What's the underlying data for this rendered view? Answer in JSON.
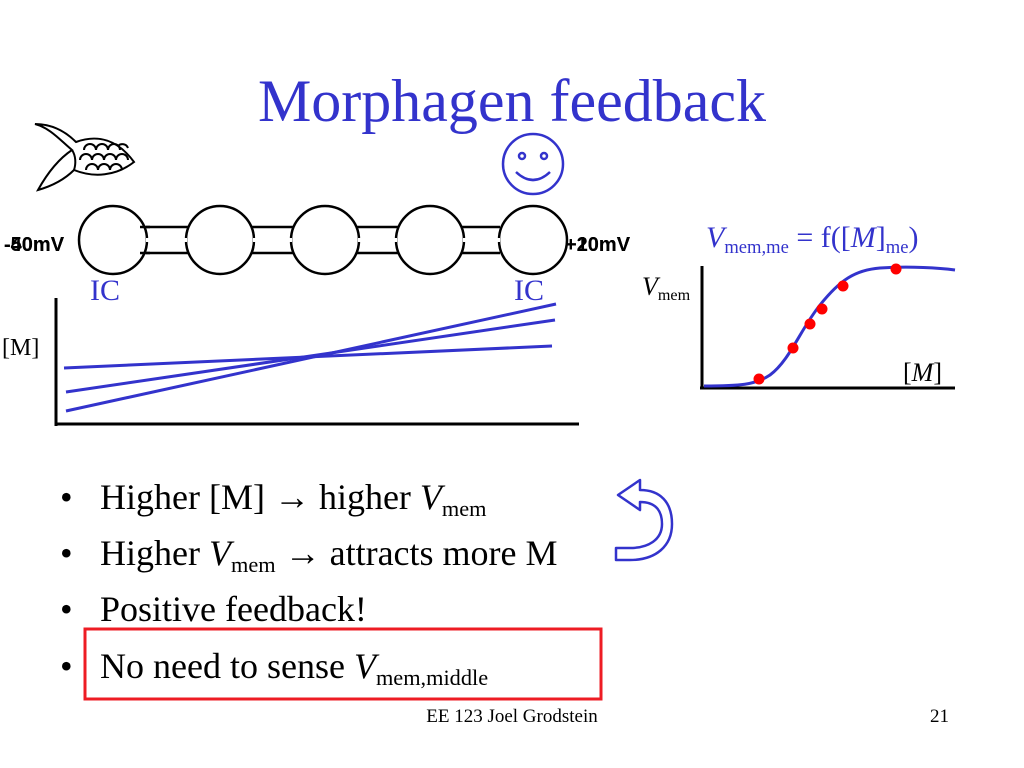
{
  "slide": {
    "title": "Morphagen feedback",
    "cell_chain": {
      "left_labels": [
        "-40mV",
        "-50mV"
      ],
      "right_labels": [
        "+20mV",
        "+10mV"
      ],
      "left_ic": "IC",
      "right_ic": "IC",
      "y_axis_label": "[M]"
    },
    "sigmoid_plot": {
      "equation": {
        "v": "V",
        "v_sub": "mem,me",
        "eq_text": " = f([",
        "m": "M",
        "close_bracket": "]",
        "m_sub": "me",
        "close_paren": ")"
      },
      "y_label": "V",
      "y_label_sub": "mem",
      "x_label_open": "[",
      "x_label_m": "M",
      "x_label_close": "]"
    },
    "bullets": {
      "b1_text": "Higher [M] → higher ",
      "b1_v": "V",
      "b1_sub": "mem",
      "b2_text": "Higher ",
      "b2_v": "V",
      "b2_sub": "mem",
      "b2_tail": " → attracts more M",
      "b3_text": "Positive feedback!",
      "b4_text": "No need to sense ",
      "b4_v": "V",
      "b4_sub": "mem,middle"
    },
    "footer": {
      "center": "EE 123 Joel Grodstein",
      "page": "21"
    },
    "colors": {
      "accent": "#3333cc",
      "dot": "#ff0000",
      "highlight_box": "#ee1c24"
    },
    "icons": [
      "fish-icon",
      "smiley-icon",
      "feedback-arrow-icon"
    ]
  }
}
